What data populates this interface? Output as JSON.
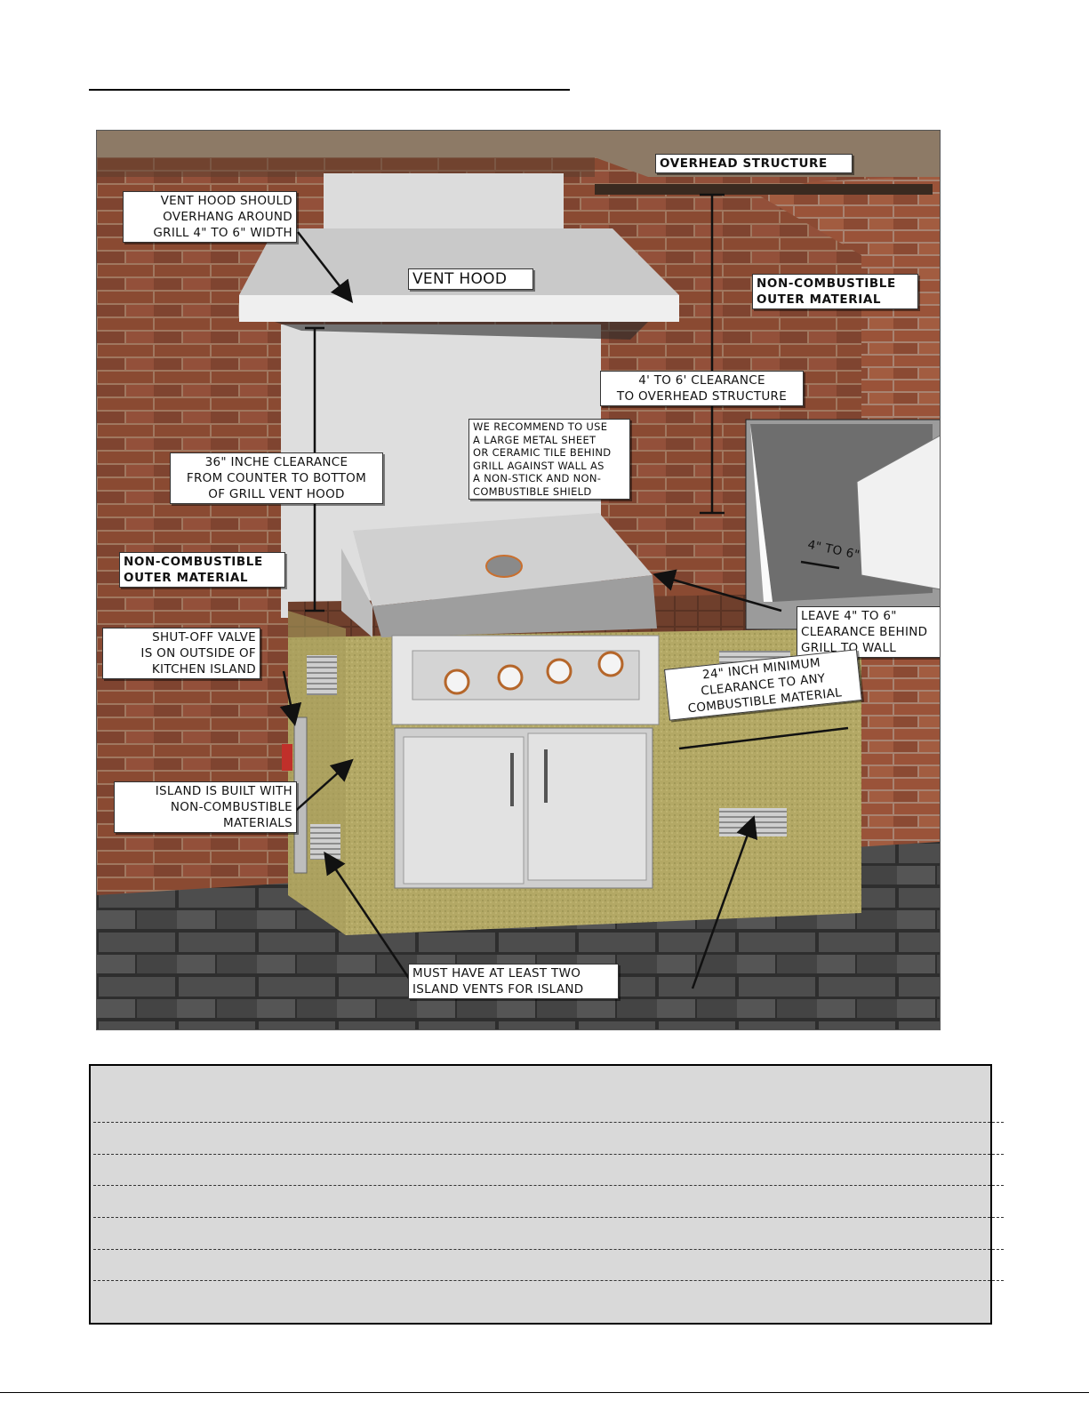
{
  "figure": {
    "labels": {
      "overhead_structure": "OVERHEAD STRUCTURE",
      "vent_hood_overhang": "VENT HOOD SHOULD\nOVERHANG AROUND\nGRILL 4\" TO 6\" WIDTH",
      "vent_hood": "VENT HOOD",
      "non_combustible_right": "NON-COMBUSTIBLE\nOUTER MATERIAL",
      "overhead_clearance": "4' TO 6' CLEARANCE\nTO OVERHEAD STRUCTURE",
      "recommend_shield": "WE RECOMMEND TO USE\nA LARGE METAL SHEET\nOR CERAMIC TILE BEHIND\nGRILL AGAINST WALL AS\nA NON-STICK AND NON-\nCOMBUSTIBLE SHIELD",
      "counter_clearance": "36\" INCHE CLEARANCE\nFROM COUNTER TO BOTTOM\nOF GRILL VENT HOOD",
      "non_combustible_left": "NON-COMBUSTIBLE\nOUTER MATERIAL",
      "inset_measure": "4\" TO 6\"",
      "behind_clearance": "LEAVE 4\" TO 6\"\nCLEARANCE BEHIND\nGRILL TO WALL",
      "shutoff_valve": "SHUT-OFF VALVE\nIS ON OUTSIDE OF\nKITCHEN ISLAND",
      "combustible_clearance": "24\" INCH MINIMUM\nCLEARANCE TO ANY\nCOMBUSTIBLE MATERIAL",
      "island_materials": "ISLAND IS BUILT WITH\nNON-COMBUSTIBLE\nMATERIALS",
      "island_vents": "MUST HAVE AT LEAST TWO\nISLAND VENTS FOR ISLAND"
    },
    "colors": {
      "brick": "#8a4a32",
      "mortar": "#b59a86",
      "floor": "#4a4a4a",
      "stucco": "#b8ae6c",
      "steel": "#d8d8d8",
      "counter": "#6e3f2b"
    }
  }
}
